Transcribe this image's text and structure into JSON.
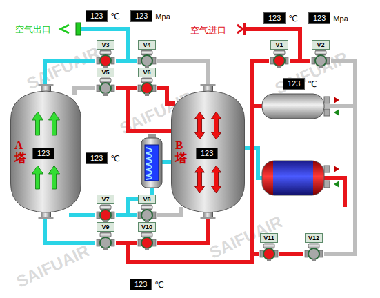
{
  "diagram": {
    "nodes": [
      {
        "text": [
          "123",
          "℃"
        ]
      },
      {
        "text": [
          "123",
          "Mpa"
        ]
      },
      {
        "text": [
          "123",
          "℃"
        ]
      },
      {
        "text": [
          "123",
          "Mpa"
        ]
      },
      {
        "text": [
          "V3"
        ]
      },
      {
        "text": [
          "V4"
        ]
      },
      {
        "text": [
          "V1"
        ]
      },
      {
        "text": [
          "V2"
        ]
      },
      {
        "text": [
          "V5"
        ]
      },
      {
        "text": [
          "V6"
        ]
      },
      {
        "text": [
          "123",
          "℃"
        ]
      },
      {
        "text": [
          "A塔"
        ]
      },
      {
        "text": [
          "123"
        ],
        "in": 11
      },
      {
        "text": [
          "123",
          "℃"
        ]
      },
      {
        "text": [
          "B塔"
        ]
      },
      {
        "text": [
          "123"
        ],
        "in": 14
      },
      {
        "text": [
          "V7"
        ]
      },
      {
        "text": [
          "V8"
        ]
      },
      {
        "text": [
          "V9"
        ]
      },
      {
        "text": [
          "V10"
        ]
      },
      {
        "text": [
          "V11"
        ]
      },
      {
        "text": [
          "V12"
        ]
      },
      {
        "text": [
          "123",
          "℃"
        ]
      }
    ],
    "edges": [
      {
        "from": 4,
        "to": 5,
        "arrow": "none"
      },
      {
        "from": 8,
        "to": 9,
        "arrow": "none"
      },
      {
        "from": 6,
        "to": 7,
        "arrow": "none"
      },
      {
        "from": 16,
        "to": 17,
        "arrow": "none"
      },
      {
        "from": 18,
        "to": 19,
        "arrow": "none"
      },
      {
        "from": 20,
        "to": 21,
        "arrow": "none"
      }
    ],
    "labels": [
      "空气出口",
      "空气进口",
      "SAIFUAIR",
      "SAIFUAIR",
      "SAIFUAIR",
      "SAIFUAIR",
      "SAIFUAIR"
    ]
  }
}
